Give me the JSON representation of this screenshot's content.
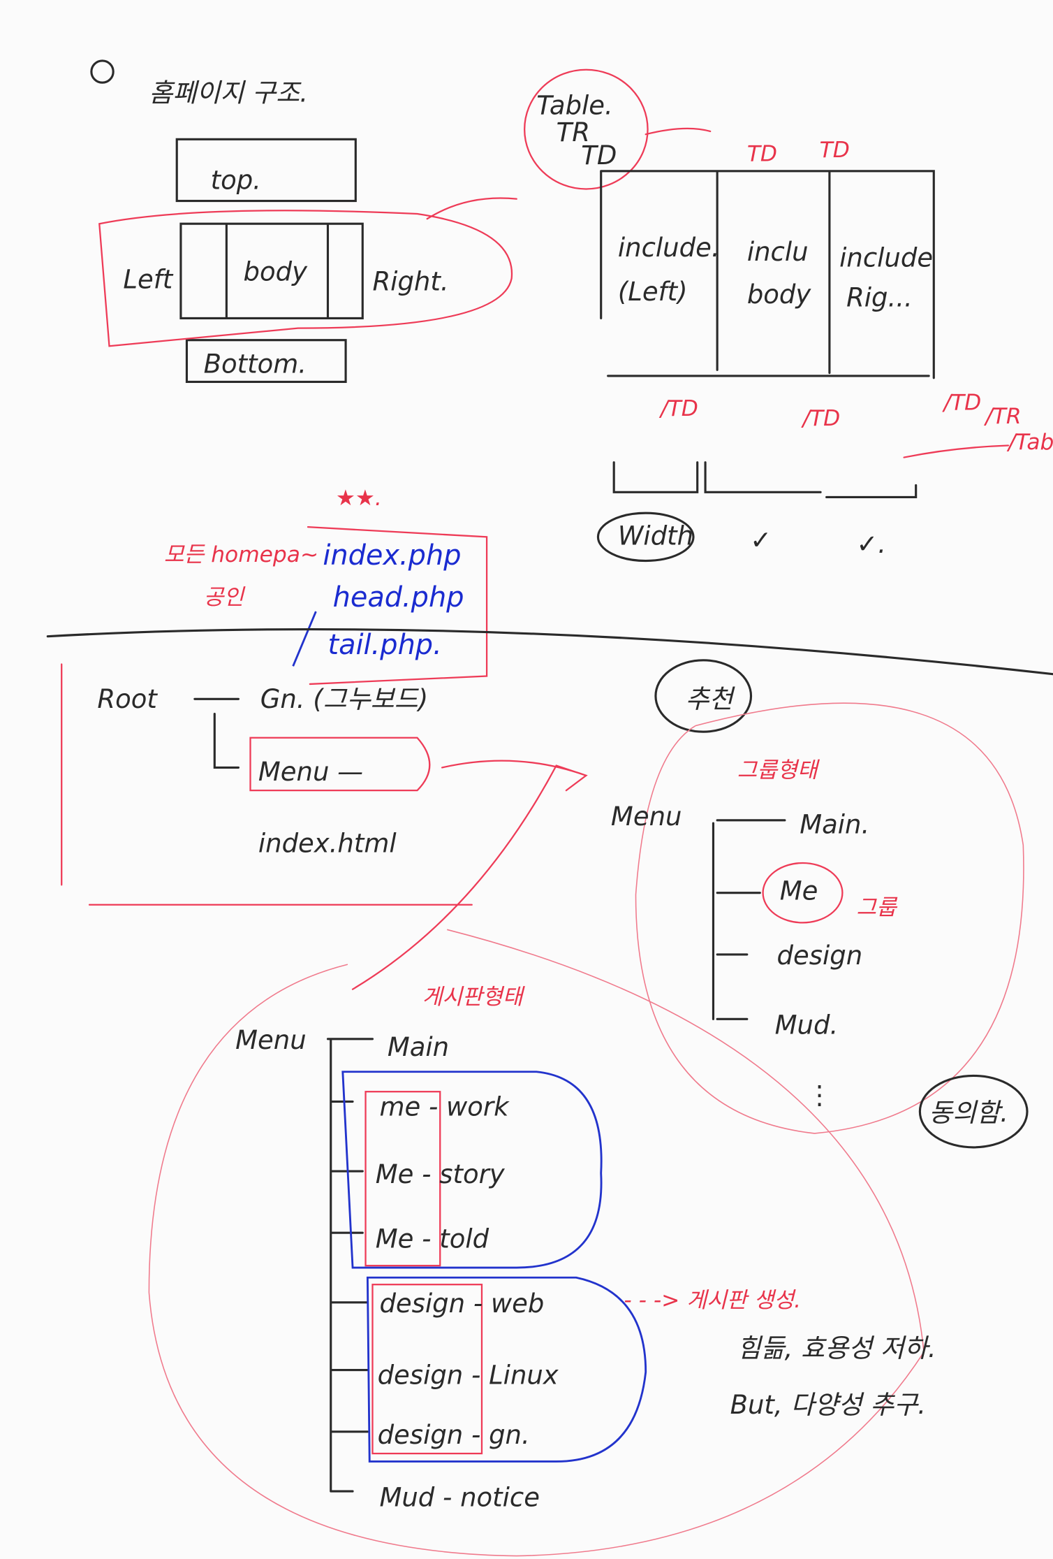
{
  "title": "홈페이지 구조.",
  "layout_sketch": {
    "top": "top.",
    "left": "Left",
    "body": "body",
    "right": "Right.",
    "bottom": "Bottom."
  },
  "table_sketch": {
    "bubble": [
      "Table.",
      "TR",
      "TD"
    ],
    "td_top": [
      "TD",
      "TD"
    ],
    "cells": [
      [
        "include.",
        "(Left)"
      ],
      [
        "inclu",
        "body"
      ],
      [
        "include",
        "Rig..."
      ]
    ],
    "td_close": [
      "/TD",
      "/TD",
      "/TD",
      "/TR",
      "/Tab"
    ],
    "width_label": "Width",
    "checks": [
      "✓",
      "✓."
    ]
  },
  "files": {
    "note_line1": "모든 homepa~",
    "note_line2": "공인",
    "stars": "★★.",
    "items": [
      "index.php",
      "head.php",
      "tail.php."
    ]
  },
  "root_tree": {
    "root": "Root",
    "gn": "Gn. (그누보드)",
    "menu": "Menu —",
    "index": "index.html"
  },
  "group_tree": {
    "badge": "추천",
    "type_label": "그룹형태",
    "menu": "Menu",
    "items": [
      "Main.",
      "Me",
      "design",
      "Mud."
    ],
    "group_note": "그룹",
    "ellipsis": "⋮",
    "agree": "동의함."
  },
  "board_tree": {
    "type_label": "게시판형태",
    "menu": "Menu",
    "main": "Main",
    "items": [
      "me - work",
      "Me - story",
      "Me - told",
      "design - web",
      "design - Linux",
      "design - gn.",
      "Mud - notice"
    ]
  },
  "notes": [
    "- - -> 게시판 생성.",
    "힘듦, 효용성 저하.",
    "But, 다양성 추구."
  ]
}
